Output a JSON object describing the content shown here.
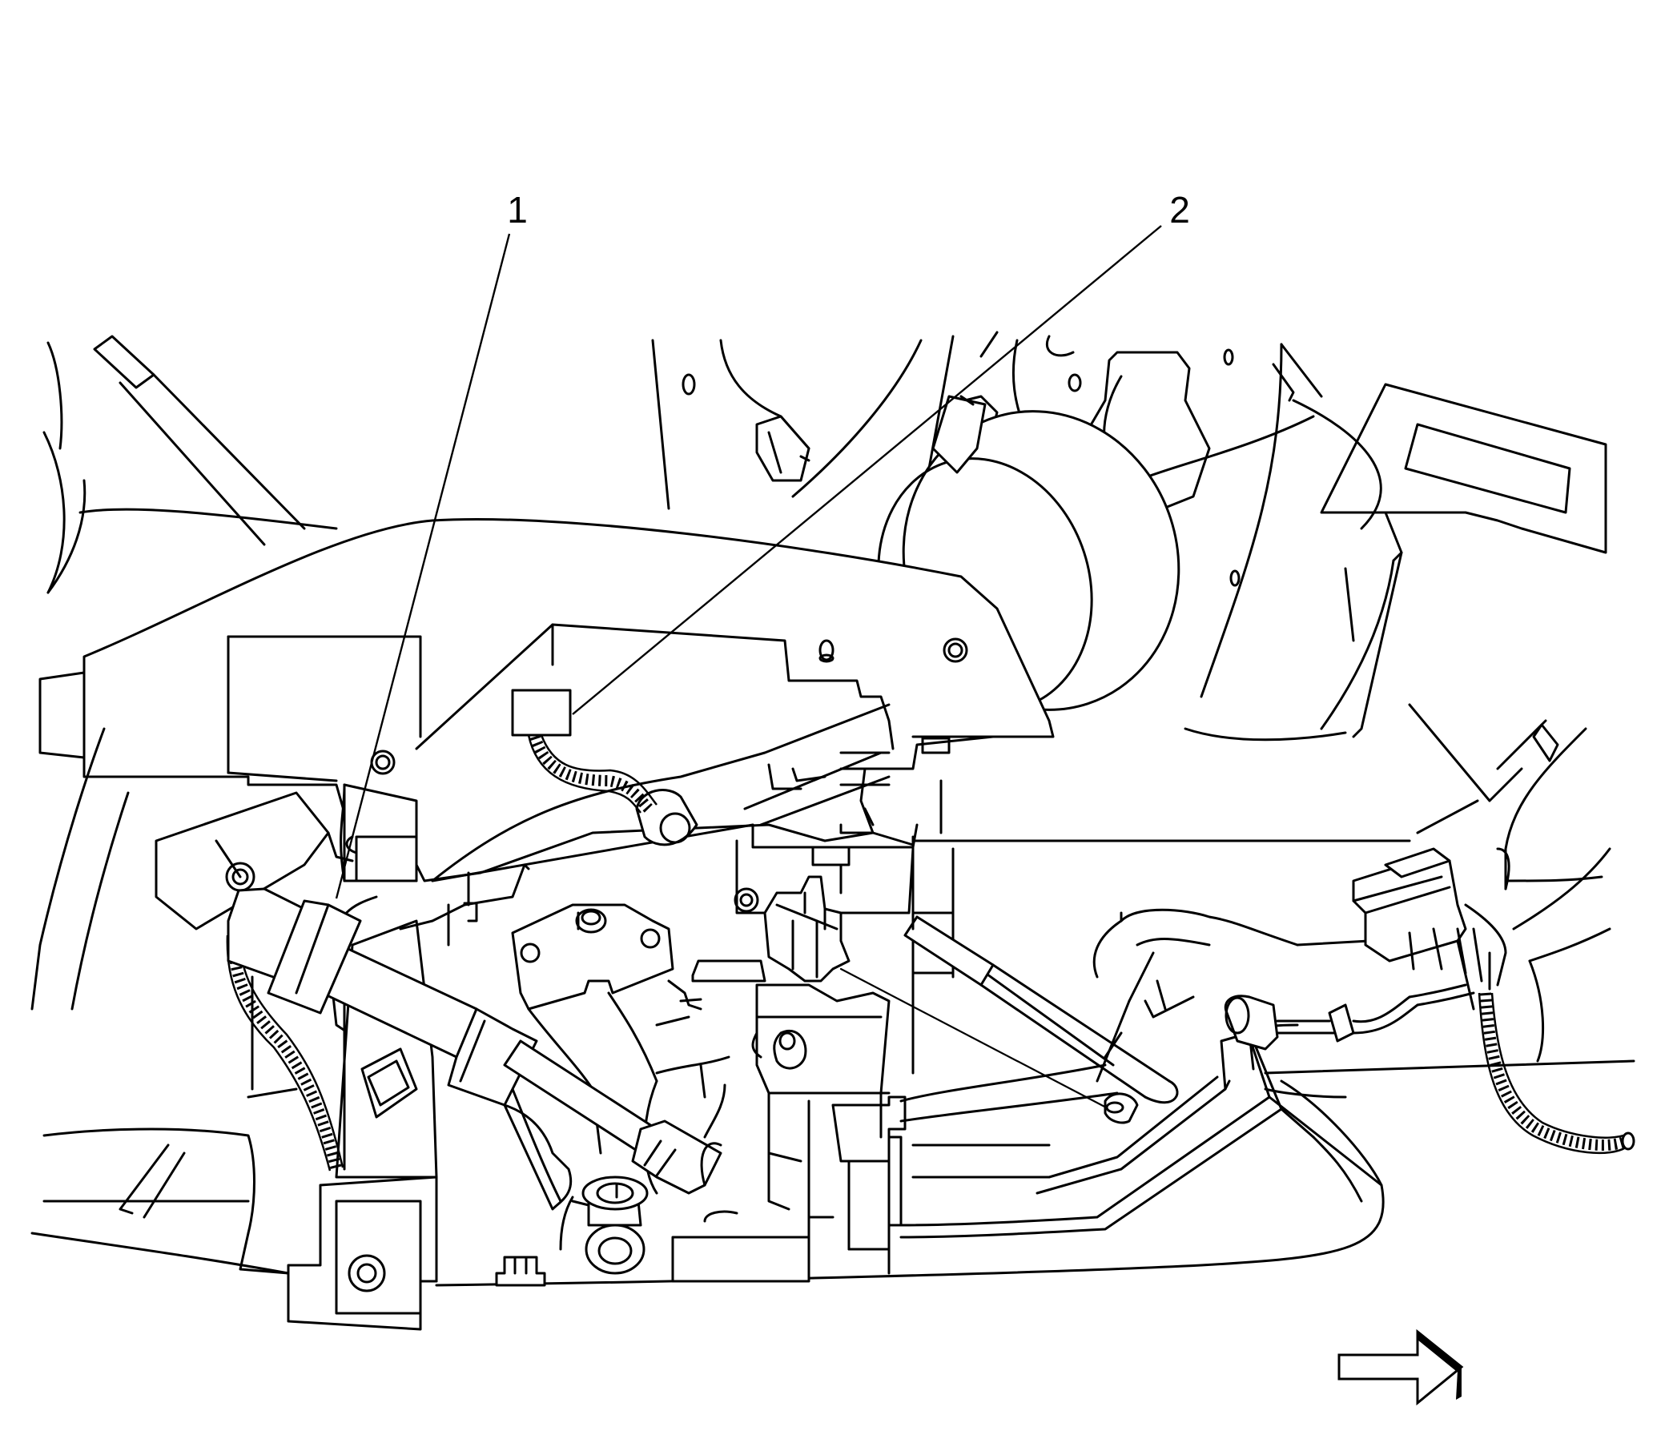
{
  "callouts": [
    {
      "id": "1",
      "label": "1"
    },
    {
      "id": "2",
      "label": "2"
    }
  ],
  "colors": {
    "line": "#000000",
    "background": "#ffffff"
  },
  "icons": {
    "view_direction": "right-arrow-icon"
  }
}
